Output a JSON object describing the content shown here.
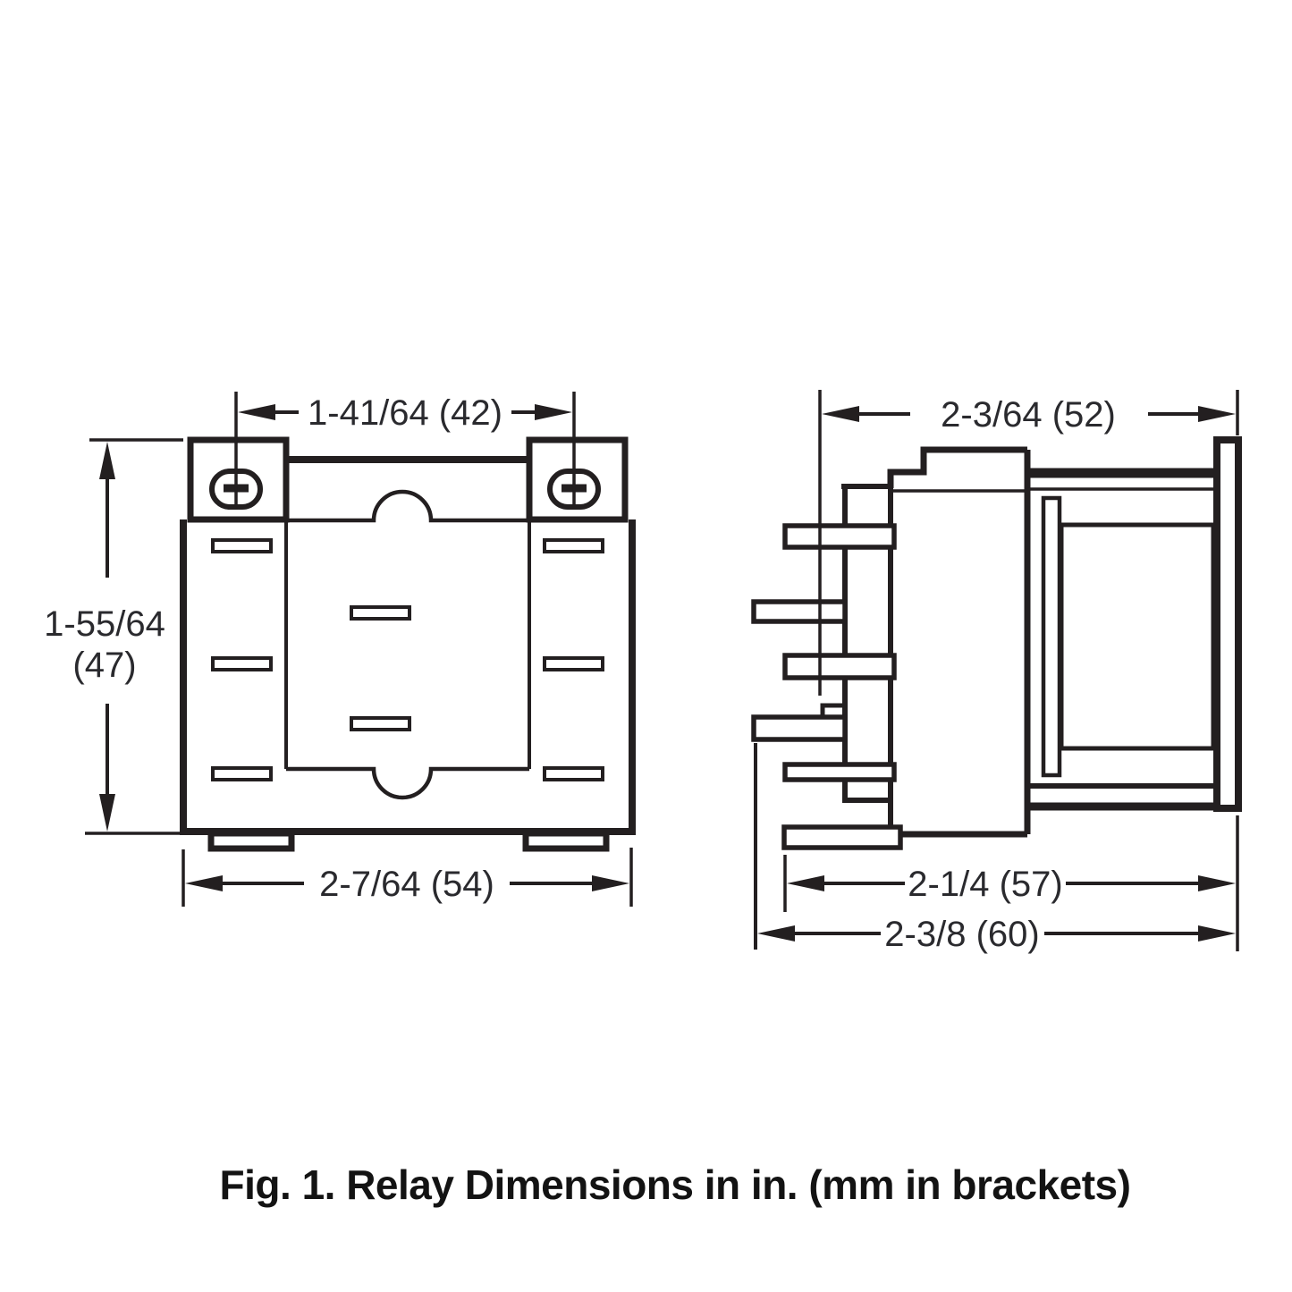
{
  "caption": "Fig. 1. Relay Dimensions in in. (mm in brackets)",
  "front_view": {
    "dim_screw_spacing": "1-41/64 (42)",
    "dim_height": "1-55/64",
    "dim_height_mm": "(47)",
    "dim_width": "2-7/64 (54)"
  },
  "side_view": {
    "dim_body_depth": "2-3/64 (52)",
    "dim_depth_to_short_pins": "2-1/4 (57)",
    "dim_overall_depth": "2-3/8 (60)"
  },
  "colors": {
    "line": "#231f20",
    "dimension_text": "#2a2a2e",
    "caption_text": "#131313",
    "background": "#ffffff"
  }
}
